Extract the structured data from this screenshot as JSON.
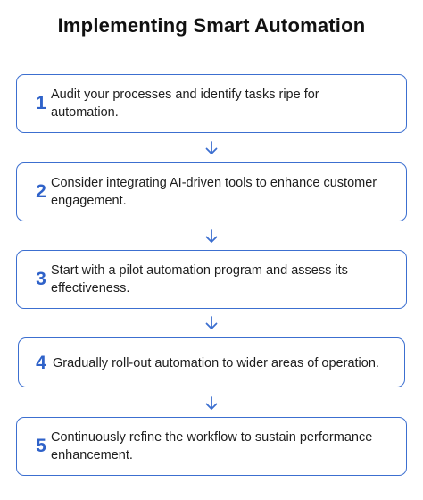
{
  "title": "Implementing Smart Automation",
  "steps": [
    {
      "number": "1",
      "text": "Audit your processes and identify tasks ripe for automation."
    },
    {
      "number": "2",
      "text": "Consider integrating AI-driven tools to enhance customer engagement."
    },
    {
      "number": "3",
      "text": "Start with a pilot automation program and assess its effectiveness."
    },
    {
      "number": "4",
      "text": "Gradually roll-out automation to wider areas of operation."
    },
    {
      "number": "5",
      "text": "Continuously refine the workflow to sustain performance enhancement."
    }
  ],
  "icons": {
    "connector": "arrow-down-icon"
  },
  "colors": {
    "accent": "#3c6fd0",
    "number": "#2f62c9",
    "text": "#1e1e1e"
  }
}
